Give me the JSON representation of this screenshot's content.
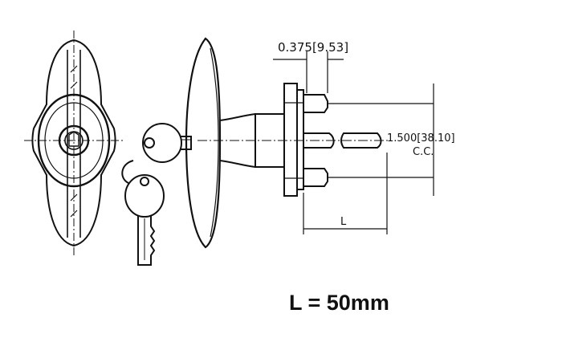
{
  "dimensions": {
    "pin_spacing": "0.375[9.53]",
    "stud_spacing": "1.500[38.10]",
    "stud_spacing_note": "C.C.",
    "length_symbol": "L"
  },
  "caption": "L = 50mm"
}
